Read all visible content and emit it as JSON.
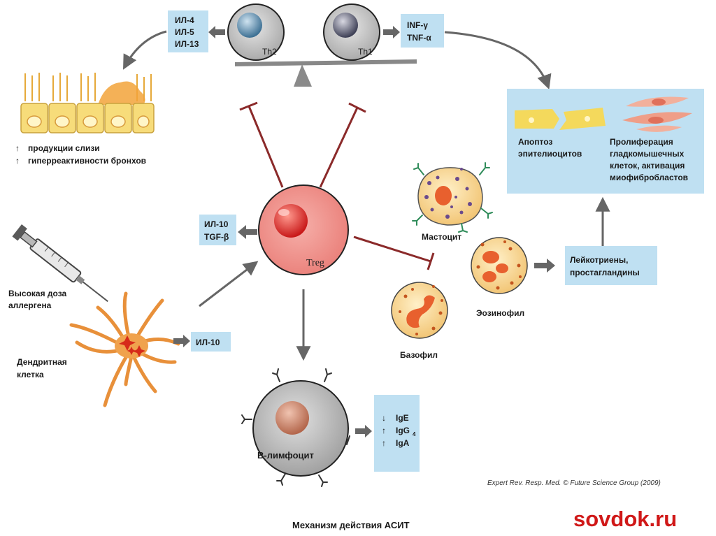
{
  "balance": {
    "th2_label": "Th2",
    "th1_label": "Th1",
    "th2_cytokines": [
      "ИЛ-4",
      "ИЛ-5",
      "ИЛ-13"
    ],
    "th1_cytokines": [
      "INF-γ",
      "TNF-α"
    ]
  },
  "airway": {
    "effect_1": "продукции слизи",
    "effect_2": "гиперреактивности бронхов",
    "arrow_symbol": "↑"
  },
  "remodeling": {
    "apoptosis_1": "Апоптоз",
    "apoptosis_2": "эпителиоцитов",
    "prolif_1": "Пролиферация",
    "prolif_2": "гладкомышечных",
    "prolif_3": "клеток, активация",
    "prolif_4": "миофибробластов"
  },
  "treg": {
    "label": "Treg",
    "cytokine_1": "ИЛ-10",
    "cytokine_2": "TGF-β"
  },
  "allergen": {
    "line_1": "Высокая доза",
    "line_2": "аллергена"
  },
  "dendritic": {
    "line_1": "Дендритная",
    "line_2": "клетка",
    "cytokine": "ИЛ-10"
  },
  "cells": {
    "mast": "Мастоцит",
    "eosinophil": "Эозинофил",
    "basophil": "Базофил"
  },
  "mediators": {
    "line_1": "Лейкотриены,",
    "line_2": "простагландины"
  },
  "bcell": {
    "label": "В-лимфоцит",
    "ig_1": "IgE",
    "ig_2": "IgG",
    "ig_2_sub": "4",
    "ig_3": "IgA",
    "down": "↓",
    "up": "↑"
  },
  "credit": "Expert Rev. Resp. Med. © Future Science Group (2009)",
  "caption": "Механизм действия АСИТ",
  "watermark": "sovdok.ru",
  "colors": {
    "box": "#bfe0f2",
    "treg": "#f08f88",
    "inhibit": "#8b2a2a",
    "arrow": "#6b6b6b",
    "watermark": "#d01818"
  }
}
